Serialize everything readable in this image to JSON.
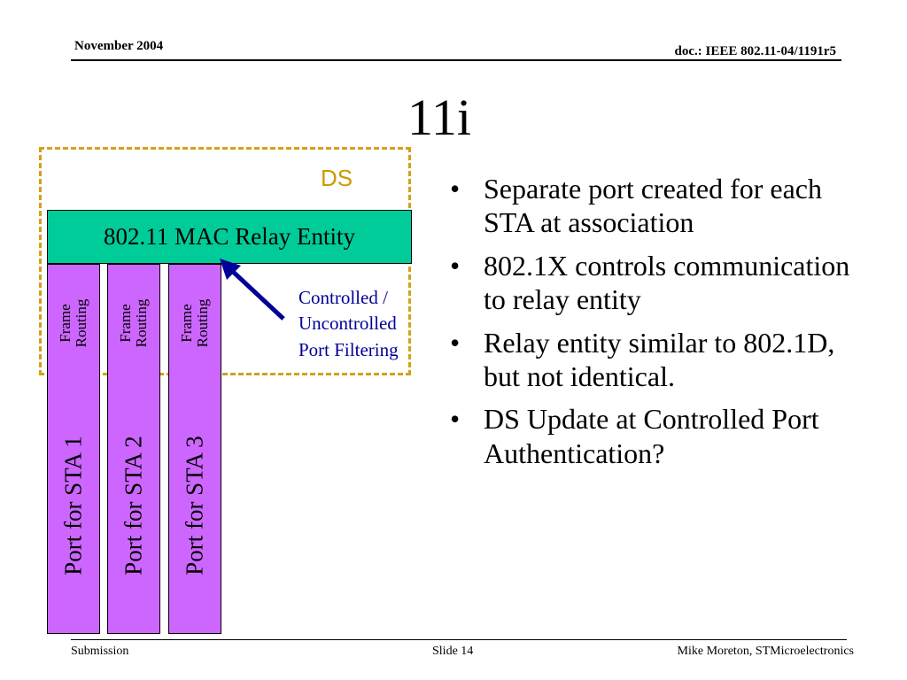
{
  "header": {
    "date": "November 2004",
    "doc_id": "doc.: IEEE 802.11-04/1191r5"
  },
  "title": "11i",
  "diagram": {
    "ds_label": "DS",
    "relay_entity_label": "802.11 MAC Relay Entity",
    "ports": [
      {
        "frame_label_line1": "Frame",
        "frame_label_line2": "Routing",
        "port_label": "Port for STA 1"
      },
      {
        "frame_label_line1": "Frame",
        "frame_label_line2": "Routing",
        "port_label": "Port for STA 2"
      },
      {
        "frame_label_line1": "Frame",
        "frame_label_line2": "Routing",
        "port_label": "Port for STA 3"
      }
    ],
    "filter_label_lines": [
      "Controlled /",
      "Uncontrolled",
      "Port Filtering"
    ],
    "colors": {
      "ds_border": "#d4a017",
      "relay_fill": "#00cc99",
      "port_fill": "#cc66ff",
      "arrow": "#000099"
    }
  },
  "bullets": [
    "Separate port created for each STA at association",
    "802.1X controls communication to relay entity",
    "Relay entity similar to 802.1D, but not identical.",
    "DS Update at Controlled Port Authentication?"
  ],
  "footer": {
    "left": "Submission",
    "center": "Slide 14",
    "right": "Mike Moreton, STMicroelectronics"
  }
}
